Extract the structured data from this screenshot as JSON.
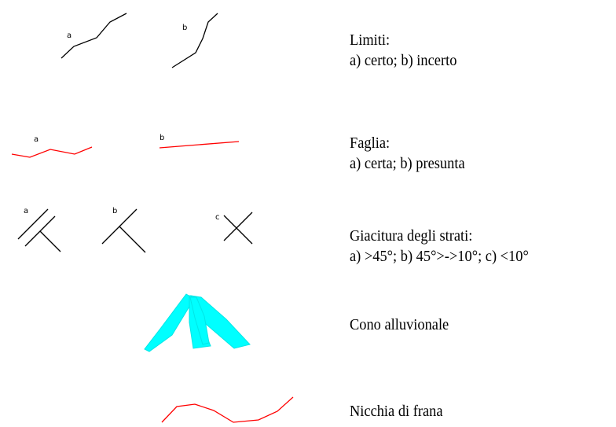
{
  "colors": {
    "line": "#000000",
    "fault": "#ff0000",
    "fan": "#00ffff",
    "background": "#ffffff"
  },
  "rows": [
    {
      "id": "limiti",
      "symbol_labels": [
        "a",
        "b"
      ],
      "text_lines": [
        "Limiti:",
        "a) certo; b) incerto"
      ]
    },
    {
      "id": "faglia",
      "symbol_labels": [
        "a",
        "b"
      ],
      "text_lines": [
        "Faglia:",
        "a) certa; b) presunta"
      ]
    },
    {
      "id": "giacitura",
      "symbol_labels": [
        "a",
        "b",
        "c"
      ],
      "text_lines": [
        "Giacitura degli strati:",
        "a) >45°; b) 45°>->10°; c) <10°"
      ]
    },
    {
      "id": "cono",
      "symbol_labels": [],
      "text_lines": [
        "Cono alluvionale"
      ]
    },
    {
      "id": "nicchia",
      "symbol_labels": [],
      "text_lines": [
        "Nicchia di frana"
      ]
    }
  ]
}
